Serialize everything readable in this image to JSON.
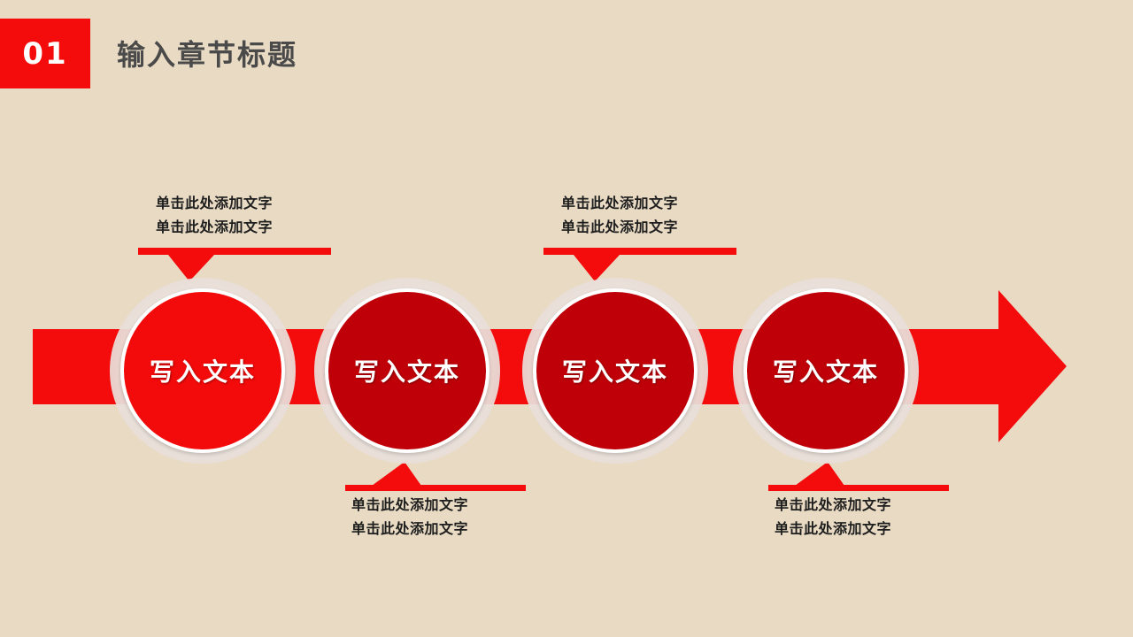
{
  "header": {
    "number": "01",
    "title": "输入章节标题"
  },
  "steps": [
    {
      "label": "写入文本",
      "callout": [
        "单击此处添加文字",
        "单击此处添加文字"
      ]
    },
    {
      "label": "写入文本",
      "callout": [
        "单击此处添加文字",
        "单击此处添加文字"
      ]
    },
    {
      "label": "写入文本",
      "callout": [
        "单击此处添加文字",
        "单击此处添加文字"
      ]
    },
    {
      "label": "写入文本",
      "callout": [
        "单击此处添加文字",
        "单击此处添加文字"
      ]
    }
  ],
  "colors": {
    "background": "#e8dac3",
    "accent_red": "#f40b0b",
    "dark_red": "#bf0008",
    "title_gray": "#4a4a4a"
  }
}
